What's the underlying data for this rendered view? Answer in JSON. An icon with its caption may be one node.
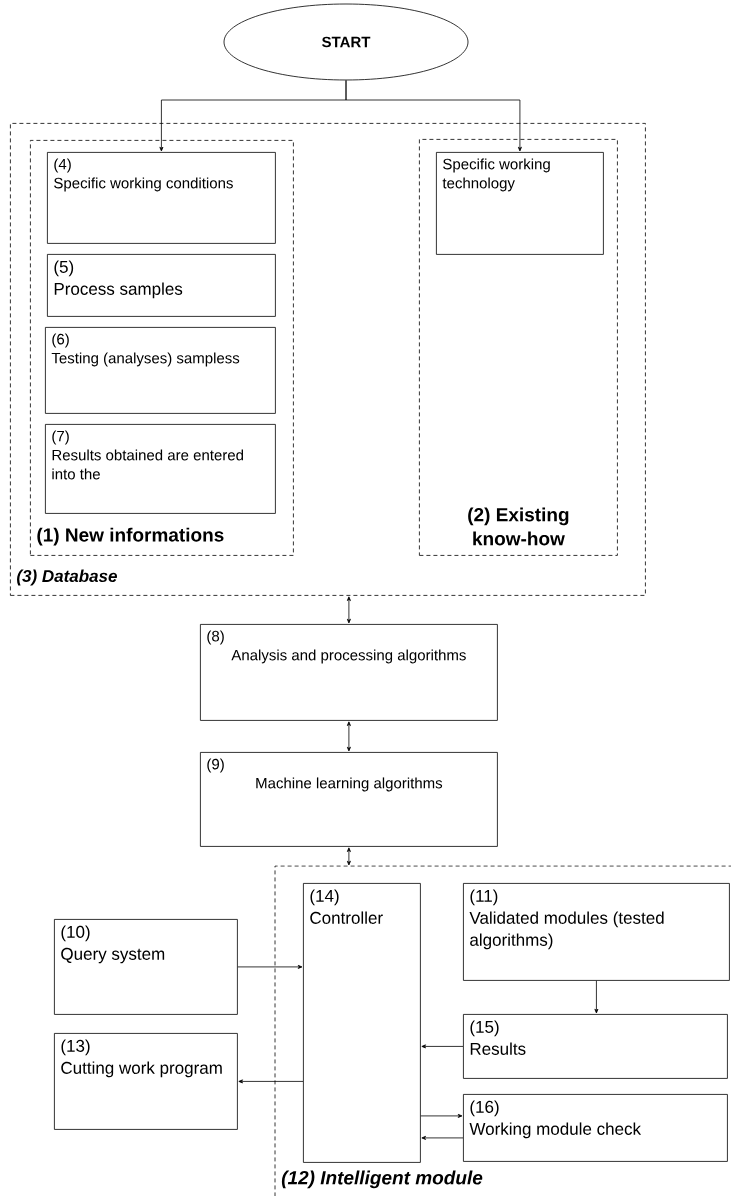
{
  "diagram": {
    "nodes": [
      {
        "text": [
          "START"
        ]
      },
      {
        "text": [
          "(3) Database"
        ]
      },
      {
        "text": [
          "(1) New informations"
        ],
        "in": 1
      },
      {
        "text": [
          "(4)",
          "Specific working conditions"
        ],
        "in": 2
      },
      {
        "text": [
          "(5)",
          "Process samples"
        ],
        "in": 2
      },
      {
        "text": [
          "(6)",
          "Testing (analyses) sampless"
        ],
        "in": 2
      },
      {
        "text": [
          "(7)",
          "Results obtained are entered into the"
        ],
        "in": 2
      },
      {
        "text": [
          "(2) Existing know-how"
        ],
        "in": 1
      },
      {
        "text": [
          "Specific working technology"
        ],
        "in": 7
      },
      {
        "text": [
          "(8)",
          "Analysis and processing algorithms"
        ]
      },
      {
        "text": [
          "(9)",
          "Machine learning algorithms"
        ]
      },
      {
        "text": [
          "(12) Intelligent module"
        ]
      },
      {
        "text": [
          "(14)",
          "Controller"
        ],
        "in": 11
      },
      {
        "text": [
          "(11)",
          "Validated modules (tested algorithms)"
        ],
        "in": 11
      },
      {
        "text": [
          "(10)",
          "Query system"
        ]
      },
      {
        "text": [
          "(15)",
          "Results"
        ],
        "in": 11
      },
      {
        "text": [
          "(13)",
          "Cutting work program"
        ]
      },
      {
        "text": [
          "(16)",
          "Working module check"
        ],
        "in": 11
      }
    ],
    "edges": [
      {
        "from": 0,
        "to": 3,
        "arrow": "to"
      },
      {
        "from": 0,
        "to": 8,
        "arrow": "to"
      },
      {
        "from": 1,
        "to": 9,
        "arrow": "both"
      },
      {
        "from": 9,
        "to": 10,
        "arrow": "both"
      },
      {
        "from": 10,
        "to": 11,
        "arrow": "both"
      },
      {
        "from": 14,
        "to": 12,
        "arrow": "to"
      },
      {
        "from": 12,
        "to": 16,
        "arrow": "to"
      },
      {
        "from": 13,
        "to": 15,
        "arrow": "to"
      },
      {
        "from": 15,
        "to": 12,
        "arrow": "to"
      },
      {
        "from": 12,
        "to": 17,
        "arrow": "to"
      },
      {
        "from": 17,
        "to": 12,
        "arrow": "to"
      }
    ]
  }
}
